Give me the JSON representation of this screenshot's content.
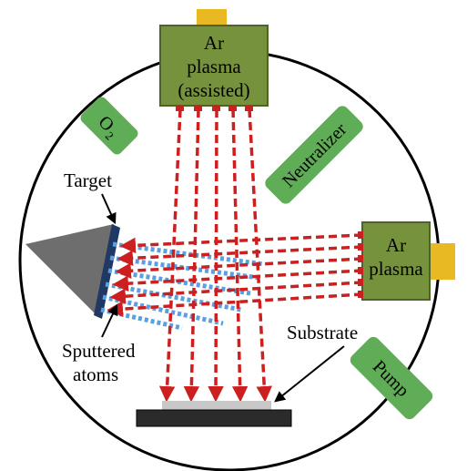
{
  "colors": {
    "chamber": "#000000",
    "source_box": "#76923c",
    "source_box_dark": "#4f6228",
    "connector": "#e8b923",
    "label_box": "#5fad56",
    "beam": "#cc1f1f",
    "sputter": "#5aa0e0",
    "target_face": "#1f3864",
    "target_body": "#6e6e6e",
    "substrate": "#c8c8c8",
    "holder": "#2b2b2b"
  },
  "labels": {
    "ar_assisted_line1": "Ar",
    "ar_assisted_line2": "plasma",
    "ar_assisted_line3": "(assisted)",
    "ar_plasma_line1": "Ar",
    "ar_plasma_line2": "plasma",
    "o2_main": "O",
    "o2_sub": "2",
    "neutralizer": "Neutralizer",
    "pump": "Pump",
    "target": "Target",
    "sputtered_line1": "Sputtered",
    "sputtered_line2": "atoms",
    "substrate": "Substrate"
  }
}
